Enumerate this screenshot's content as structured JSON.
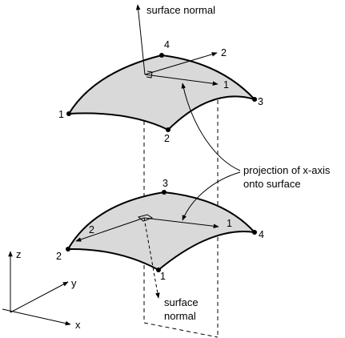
{
  "labels": {
    "surface_normal_top": "surface normal",
    "projection_line1": "projection of x-axis",
    "projection_line2": "onto surface",
    "surface_normal_bottom_line1": "surface",
    "surface_normal_bottom_line2": "normal",
    "axis_z": "z",
    "axis_y": "y",
    "axis_x": "x"
  },
  "top_surface": {
    "corner_labels": [
      "4",
      "1",
      "2",
      "3"
    ],
    "axis_labels": [
      "2",
      "1"
    ]
  },
  "bottom_surface": {
    "corner_labels": [
      "3",
      "2",
      "1",
      "4"
    ],
    "axis_labels": [
      "2",
      "1"
    ]
  },
  "colors": {
    "surface_fill": "#d9d9d9",
    "stroke": "#000000"
  }
}
